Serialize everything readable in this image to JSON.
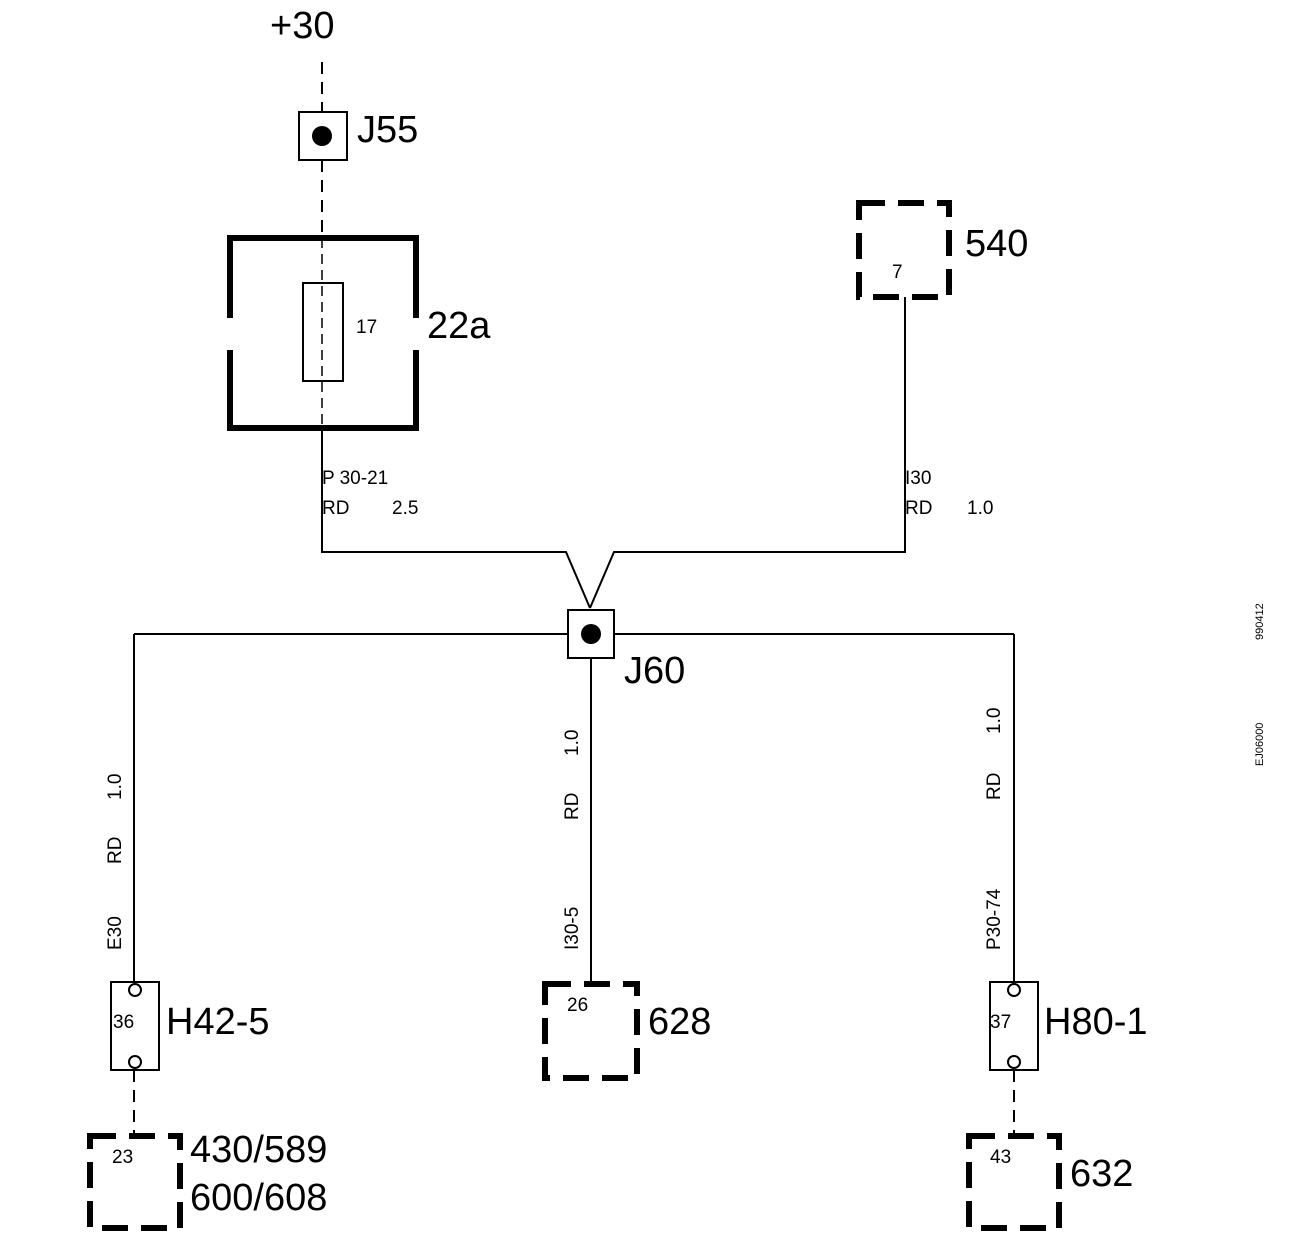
{
  "supply": {
    "label": "+30"
  },
  "junctions": {
    "j55": {
      "label": "J55"
    },
    "j60": {
      "label": "J60"
    }
  },
  "fuse_box": {
    "label": "22a",
    "fuse_number": "17"
  },
  "components": {
    "c540": {
      "label": "540",
      "pin": "7"
    },
    "c628": {
      "label": "628",
      "pin": "26"
    },
    "c632": {
      "label": "632",
      "pin": "43"
    },
    "c430": {
      "label_line1": "430/589",
      "label_line2": "600/608",
      "pin": "23"
    }
  },
  "connectors": {
    "h42": {
      "label": "H42-5",
      "pin": "36"
    },
    "h80": {
      "label": "H80-1",
      "pin": "37"
    }
  },
  "wires": {
    "p30_21": {
      "id": "P 30-21",
      "color": "RD",
      "size": "2.5"
    },
    "i30": {
      "id": "I30",
      "color": "RD",
      "size": "1.0"
    },
    "e30": {
      "id": "E30",
      "color": "RD",
      "size": "1.0"
    },
    "i30_5": {
      "id": "I30-5",
      "color": "RD",
      "size": "1.0"
    },
    "p30_74": {
      "id": "P30-74",
      "color": "RD",
      "size": "1.0"
    }
  },
  "side_codes": {
    "code_top": "990412",
    "code_bottom": "EJ06000"
  }
}
